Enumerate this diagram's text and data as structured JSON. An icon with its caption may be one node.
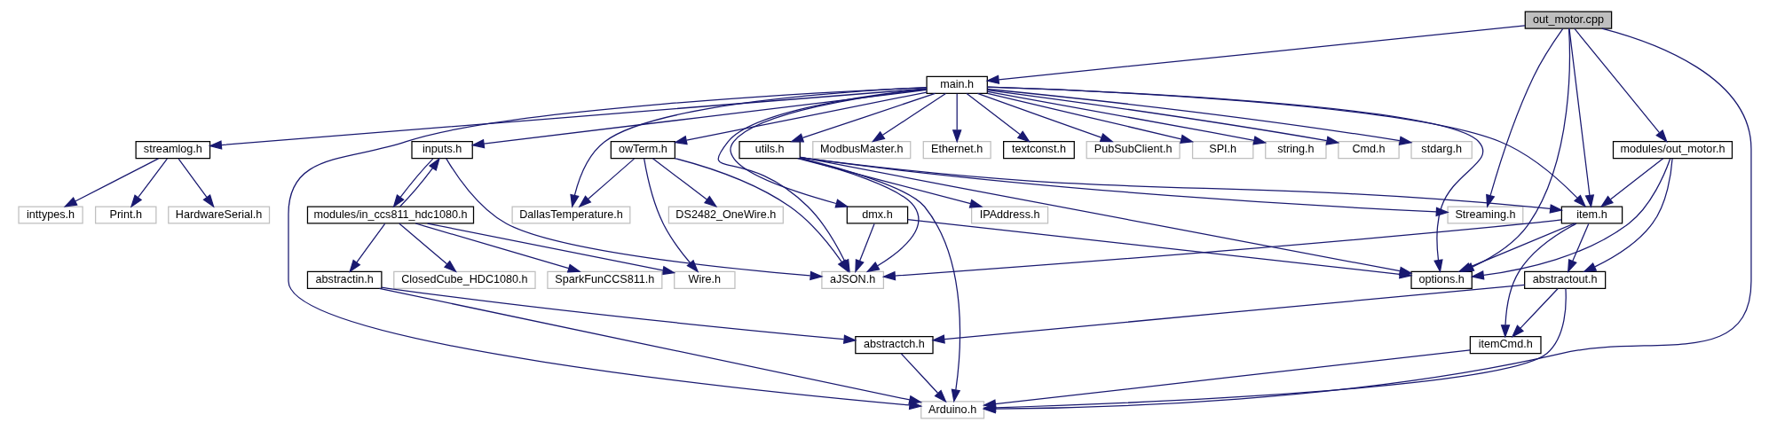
{
  "diagram": {
    "nodes": [
      {
        "text": [
          "out_motor.cpp"
        ]
      },
      {
        "text": [
          "main.h"
        ]
      },
      {
        "text": [
          "modules/out_motor.h"
        ]
      },
      {
        "text": [
          "utils.h"
        ]
      },
      {
        "text": [
          "owTerm.h"
        ]
      },
      {
        "text": [
          "ModbusMaster.h"
        ]
      },
      {
        "text": [
          "Ethernet.h"
        ]
      },
      {
        "text": [
          "textconst.h"
        ]
      },
      {
        "text": [
          "PubSubClient.h"
        ]
      },
      {
        "text": [
          "SPI.h"
        ]
      },
      {
        "text": [
          "string.h"
        ]
      },
      {
        "text": [
          "Cmd.h"
        ]
      },
      {
        "text": [
          "stdarg.h"
        ]
      },
      {
        "text": [
          "streamlog.h"
        ]
      },
      {
        "text": [
          "inputs.h"
        ]
      },
      {
        "text": [
          "item.h"
        ]
      },
      {
        "text": [
          "IPAddress.h"
        ]
      },
      {
        "text": [
          "dmx.h"
        ]
      },
      {
        "text": [
          "DS2482_OneWire.h"
        ]
      },
      {
        "text": [
          "Streaming.h"
        ]
      },
      {
        "text": [
          "DallasTemperature.h"
        ]
      },
      {
        "text": [
          "inttypes.h"
        ]
      },
      {
        "text": [
          "Print.h"
        ]
      },
      {
        "text": [
          "HardwareSerial.h"
        ]
      },
      {
        "text": [
          "modules/in_ccs811_hdc1080.h"
        ]
      },
      {
        "text": [
          "abstractout.h"
        ]
      },
      {
        "text": [
          "options.h"
        ]
      },
      {
        "text": [
          "aJSON.h"
        ]
      },
      {
        "text": [
          "Wire.h"
        ]
      },
      {
        "text": [
          "SparkFunCCS811.h"
        ]
      },
      {
        "text": [
          "abstractin.h"
        ]
      },
      {
        "text": [
          "ClosedCube_HDC1080.h"
        ]
      },
      {
        "text": [
          "itemCmd.h"
        ]
      },
      {
        "text": [
          "abstractch.h"
        ]
      },
      {
        "text": [
          "Arduino.h"
        ]
      }
    ],
    "edges": [
      {
        "from": 0,
        "to": 34,
        "arrow": "to"
      },
      {
        "from": 0,
        "to": 2,
        "arrow": "to"
      },
      {
        "from": 0,
        "to": 15,
        "arrow": "to"
      },
      {
        "from": 0,
        "to": 26,
        "arrow": "to"
      },
      {
        "from": 0,
        "to": 1,
        "arrow": "to"
      },
      {
        "from": 0,
        "to": 19,
        "arrow": "to"
      },
      {
        "from": 1,
        "to": 15,
        "arrow": "to"
      },
      {
        "from": 1,
        "to": 26,
        "arrow": "to"
      },
      {
        "from": 1,
        "to": 3,
        "arrow": "to"
      },
      {
        "from": 1,
        "to": 17,
        "arrow": "to"
      },
      {
        "from": 1,
        "to": 4,
        "arrow": "to"
      },
      {
        "from": 1,
        "to": 5,
        "arrow": "to"
      },
      {
        "from": 1,
        "to": 6,
        "arrow": "to"
      },
      {
        "from": 1,
        "to": 7,
        "arrow": "to"
      },
      {
        "from": 1,
        "to": 8,
        "arrow": "to"
      },
      {
        "from": 1,
        "to": 9,
        "arrow": "to"
      },
      {
        "from": 1,
        "to": 10,
        "arrow": "to"
      },
      {
        "from": 1,
        "to": 11,
        "arrow": "to"
      },
      {
        "from": 1,
        "to": 12,
        "arrow": "to"
      },
      {
        "from": 1,
        "to": 13,
        "arrow": "to"
      },
      {
        "from": 1,
        "to": 14,
        "arrow": "to"
      },
      {
        "from": 1,
        "to": 20,
        "arrow": "to"
      },
      {
        "from": 1,
        "to": 27,
        "arrow": "to"
      },
      {
        "from": 1,
        "to": 34,
        "arrow": "to"
      },
      {
        "from": 2,
        "to": 15,
        "arrow": "to"
      },
      {
        "from": 2,
        "to": 25,
        "arrow": "to"
      },
      {
        "from": 2,
        "to": 26,
        "arrow": "to"
      },
      {
        "from": 3,
        "to": 15,
        "arrow": "to"
      },
      {
        "from": 3,
        "to": 26,
        "arrow": "to"
      },
      {
        "from": 3,
        "to": 16,
        "arrow": "to"
      },
      {
        "from": 3,
        "to": 34,
        "arrow": "to"
      },
      {
        "from": 3,
        "to": 27,
        "arrow": "to"
      },
      {
        "from": 3,
        "to": 19,
        "arrow": "to"
      },
      {
        "from": 4,
        "to": 18,
        "arrow": "to"
      },
      {
        "from": 4,
        "to": 20,
        "arrow": "to"
      },
      {
        "from": 4,
        "to": 27,
        "arrow": "to"
      },
      {
        "from": 4,
        "to": 28,
        "arrow": "to"
      },
      {
        "from": 13,
        "to": 21,
        "arrow": "to"
      },
      {
        "from": 13,
        "to": 22,
        "arrow": "to"
      },
      {
        "from": 13,
        "to": 23,
        "arrow": "to"
      },
      {
        "from": 14,
        "to": 24,
        "arrow": "to"
      },
      {
        "from": 14,
        "to": 27,
        "arrow": "to"
      },
      {
        "from": 24,
        "to": 14,
        "arrow": "to"
      },
      {
        "from": 24,
        "to": 28,
        "arrow": "to"
      },
      {
        "from": 24,
        "to": 29,
        "arrow": "to"
      },
      {
        "from": 24,
        "to": 30,
        "arrow": "to"
      },
      {
        "from": 24,
        "to": 31,
        "arrow": "to"
      },
      {
        "from": 15,
        "to": 25,
        "arrow": "to"
      },
      {
        "from": 15,
        "to": 26,
        "arrow": "to"
      },
      {
        "from": 15,
        "to": 32,
        "arrow": "to"
      },
      {
        "from": 15,
        "to": 27,
        "arrow": "to"
      },
      {
        "from": 17,
        "to": 26,
        "arrow": "to"
      },
      {
        "from": 17,
        "to": 27,
        "arrow": "to"
      },
      {
        "from": 25,
        "to": 32,
        "arrow": "to"
      },
      {
        "from": 25,
        "to": 33,
        "arrow": "to"
      },
      {
        "from": 25,
        "to": 34,
        "arrow": "to"
      },
      {
        "from": 30,
        "to": 33,
        "arrow": "to"
      },
      {
        "from": 30,
        "to": 34,
        "arrow": "to"
      },
      {
        "from": 32,
        "to": 34,
        "arrow": "to"
      },
      {
        "from": 33,
        "to": 34,
        "arrow": "to"
      }
    ]
  }
}
